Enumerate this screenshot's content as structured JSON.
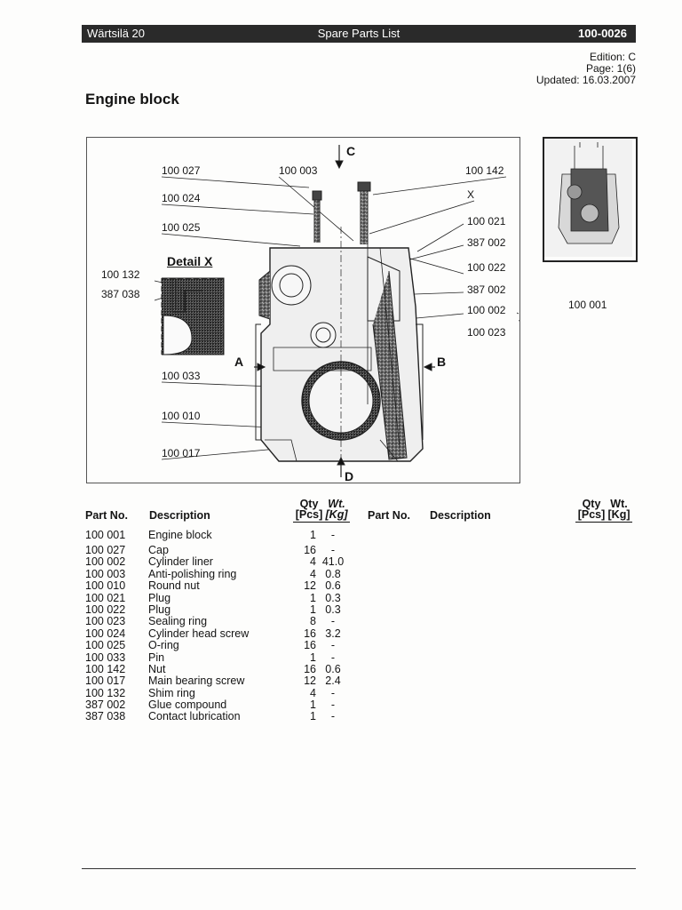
{
  "header": {
    "left": "Wärtsilä 20",
    "center": "Spare Parts List",
    "right": "100-0026"
  },
  "meta": {
    "edition": "Edition: C",
    "page": "Page: 1(6)",
    "updated": "Updated: 16.03.2007"
  },
  "title": "Engine block",
  "diagram": {
    "callouts": [
      "100 027",
      "100 003",
      "100 142",
      "100 024",
      "X",
      "100 025",
      "100 021",
      "387 002",
      "100 132",
      "387 038",
      "100 022",
      "387 002",
      "100 002",
      "100 001",
      "100 023",
      "100 033",
      "100 010",
      "100 017"
    ],
    "detail_label": "Detail X",
    "letters": {
      "a": "A",
      "b": "B",
      "c": "C",
      "d": "D"
    }
  },
  "table": {
    "headers": {
      "part_no": "Part No.",
      "description": "Description",
      "qty_top": "Qty",
      "qty_bottom": "[Pcs]",
      "wt_top": "Wt.",
      "wt_bottom": "[Kg]"
    },
    "rows": [
      {
        "part_no": "100 001",
        "description": "Engine block",
        "qty": "1",
        "wt": "-"
      },
      {
        "part_no": "100 027",
        "description": "Cap",
        "qty": "16",
        "wt": "-"
      },
      {
        "part_no": "100 002",
        "description": "Cylinder liner",
        "qty": "4",
        "wt": "41.0"
      },
      {
        "part_no": "100 003",
        "description": "Anti-polishing ring",
        "qty": "4",
        "wt": "0.8"
      },
      {
        "part_no": "100 010",
        "description": "Round nut",
        "qty": "12",
        "wt": "0.6"
      },
      {
        "part_no": "100 021",
        "description": "Plug",
        "qty": "1",
        "wt": "0.3"
      },
      {
        "part_no": "100 022",
        "description": "Plug",
        "qty": "1",
        "wt": "0.3"
      },
      {
        "part_no": "100 023",
        "description": "Sealing ring",
        "qty": "8",
        "wt": "-"
      },
      {
        "part_no": "100 024",
        "description": "Cylinder head screw",
        "qty": "16",
        "wt": "3.2"
      },
      {
        "part_no": "100 025",
        "description": "O-ring",
        "qty": "16",
        "wt": "-"
      },
      {
        "part_no": "100 033",
        "description": "Pin",
        "qty": "1",
        "wt": "-"
      },
      {
        "part_no": "100 142",
        "description": "Nut",
        "qty": "16",
        "wt": "0.6"
      },
      {
        "part_no": "100 017",
        "description": "Main bearing screw",
        "qty": "12",
        "wt": "2.4"
      },
      {
        "part_no": "100 132",
        "description": "Shim ring",
        "qty": "4",
        "wt": "-"
      },
      {
        "part_no": "387 002",
        "description": "Glue compound",
        "qty": "1",
        "wt": "-"
      },
      {
        "part_no": "387 038",
        "description": "Contact lubrication",
        "qty": "1",
        "wt": "-"
      }
    ]
  }
}
